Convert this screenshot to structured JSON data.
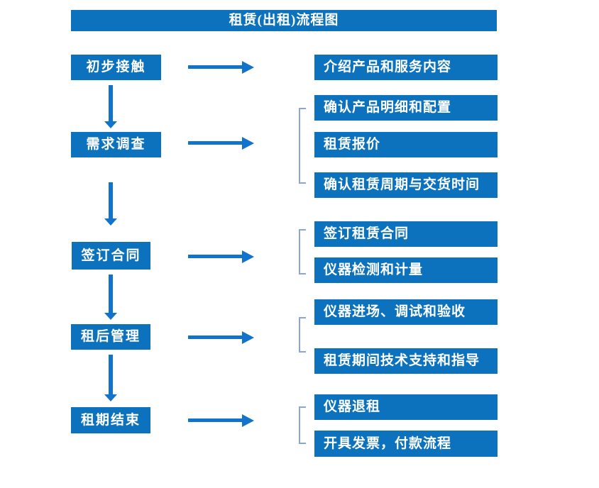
{
  "title": "租赁(出租)流程图",
  "colors": {
    "box_blue": "#0C72BD",
    "arrow_blue": "#1173CC",
    "bracket_blue": "#8EA4D2",
    "text_white": "#FFFFFF"
  },
  "stages": [
    {
      "label": "初步接触",
      "details": [
        "介绍产品和服务内容"
      ]
    },
    {
      "label": "需求调查",
      "details": [
        "确认产品明细和配置",
        "租赁报价",
        "确认租赁周期与交货时间"
      ]
    },
    {
      "label": "签订合同",
      "details": [
        "签订租赁合同",
        "仪器检测和计量"
      ]
    },
    {
      "label": "租后管理",
      "details": [
        "仪器进场、调试和验收",
        "租赁期间技术支持和指导"
      ]
    },
    {
      "label": "租期结束",
      "details": [
        "仪器退租",
        "开具发票，付款流程"
      ]
    }
  ]
}
